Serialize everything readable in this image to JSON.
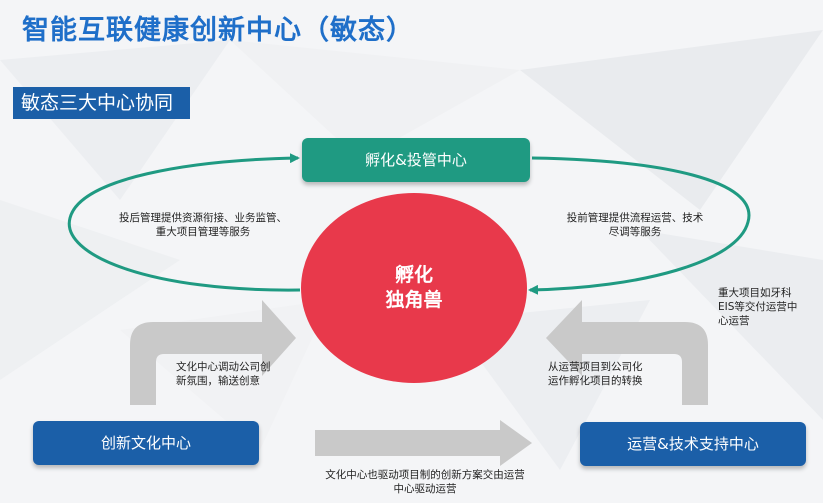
{
  "title": "智能互联健康创新中心（敏态）",
  "subtitle": "敏态三大中心协同",
  "nodes": {
    "incubation_center": "孵化&投管中心",
    "core_line1": "孵化",
    "core_line2": "独角兽",
    "culture_center": "创新文化中心",
    "ops_center": "运营&技术支持中心"
  },
  "annotations": {
    "left_loop_line1": "投后管理提供资源衔接、业务监管、",
    "left_loop_line2": "重大项目管理等服务",
    "right_loop_line1": "投前管理提供流程运营、技术",
    "right_loop_line2": "尽调等服务",
    "far_right_line1": "重大项目如牙科",
    "far_right_line2": "EIS等交付运营中",
    "far_right_line3": "心运营",
    "culture_arrow_line1": "文化中心调动公司创",
    "culture_arrow_line2": "新氛围，输送创意",
    "ops_arrow_line1": "从运营项目到公司化",
    "ops_arrow_line2": "运作孵化项目的转换",
    "bottom_line1": "文化中心也驱动项目制的创新方案交由运营",
    "bottom_line2": "中心驱动运营"
  },
  "colors": {
    "title": "#1f6fc9",
    "teal": "#1f9a82",
    "blue_box": "#1b5fa8",
    "core_red": "#e8394b",
    "arrow_gray": "#c9c9c9"
  }
}
